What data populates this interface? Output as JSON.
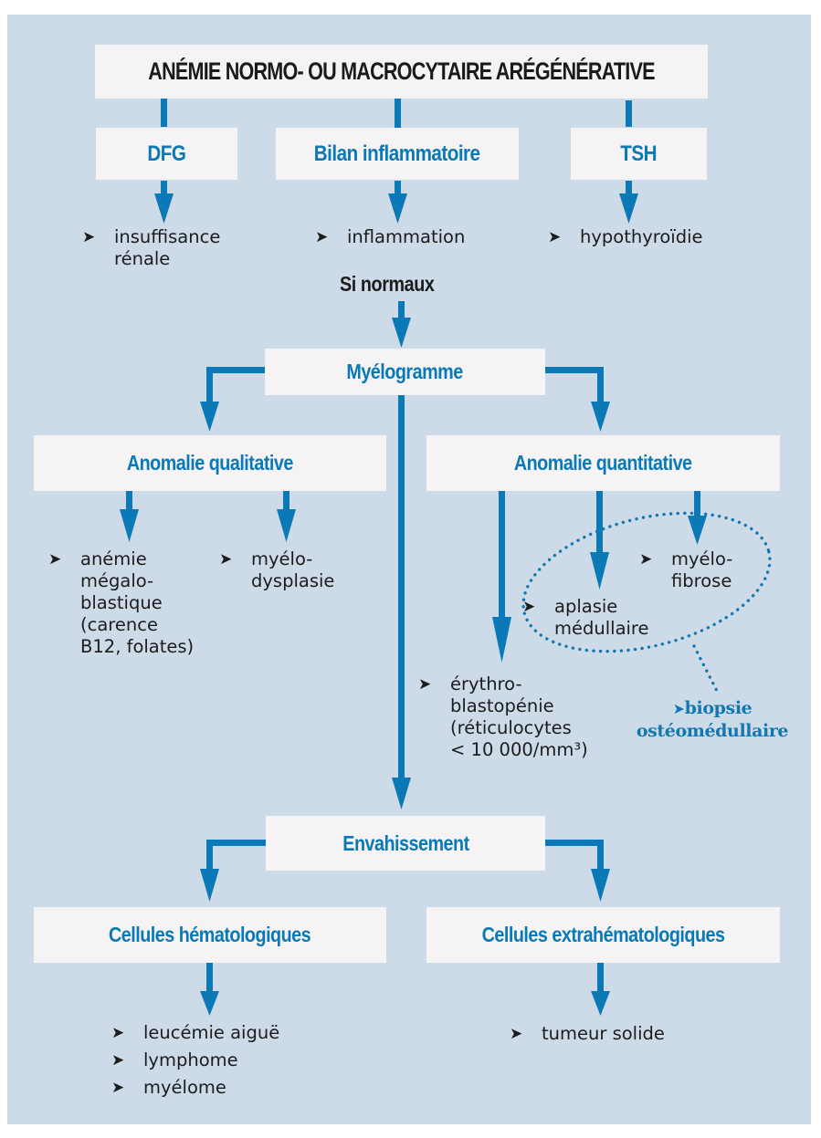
{
  "diagram": {
    "title": "ANÉMIE NORMO- OU MACROCYTAIRE ARÉGÉNÉRATIVE",
    "tests": [
      {
        "label": "DFG",
        "result": "insuffisance\nrénale"
      },
      {
        "label": "Bilan inflammatoire",
        "result": "inflammation"
      },
      {
        "label": "TSH",
        "result": "hypothyroïdie"
      }
    ],
    "condition": "Si normaux",
    "myelogram": {
      "label": "Myélogramme",
      "qualitative": {
        "label": "Anomalie qualitative",
        "results": [
          "anémie\nmégalo-\nblastique\n(carence\nB12, folates)",
          "myélo-\ndysplasie"
        ]
      },
      "quantitative": {
        "label": "Anomalie quantitative",
        "results": [
          "érythro-\nblastopénie\n(réticulocytes\n< 10 000/mm³)",
          "aplasie\nmédullaire",
          "myélo-\nfibrose"
        ],
        "biopsy": "biopsie\nostéomédullaire"
      }
    },
    "invasion": {
      "label": "Envahissement",
      "hematologic": {
        "label": "Cellules hématologiques",
        "results": [
          "leucémie aiguë",
          "lymphome",
          "myélome"
        ]
      },
      "extrahematologic": {
        "label": "Cellules extrahématologiques",
        "results": [
          "tumeur solide"
        ]
      }
    },
    "bullet_glyph": "➤",
    "colors": {
      "background": "#cddbe8",
      "box": "#f5f3f4",
      "accent": "#0a79b5",
      "text": "#1c1c1c"
    }
  }
}
